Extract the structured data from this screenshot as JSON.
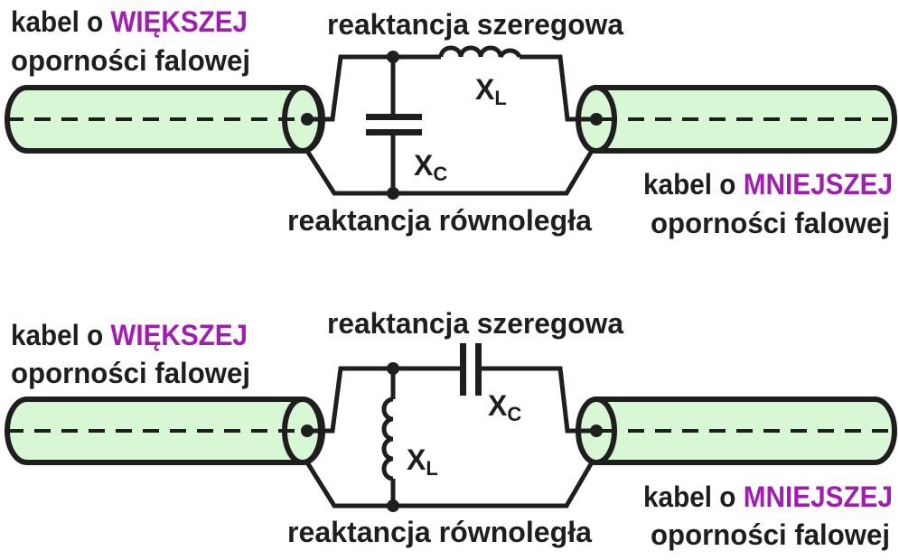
{
  "colors": {
    "highlight": "#a21cb4",
    "cable_fill": "#d8f7d4",
    "line": "#1e1e1e"
  },
  "diagrams": [
    {
      "left_cable": {
        "prefix": "kabel o ",
        "highlight": "WIĘKSZEJ",
        "line2": "oporności falowej"
      },
      "right_cable": {
        "prefix": "kabel o ",
        "highlight": "MNIEJSZEJ",
        "line2": "oporności falowej"
      },
      "series_label": "reaktancja szeregowa",
      "parallel_label": "reaktancja równoległa",
      "series_element": {
        "symbol": "X",
        "sub": "L"
      },
      "parallel_element": {
        "symbol": "X",
        "sub": "C"
      }
    },
    {
      "left_cable": {
        "prefix": "kabel o ",
        "highlight": "WIĘKSZEJ",
        "line2": "oporności falowej"
      },
      "right_cable": {
        "prefix": "kabel o ",
        "highlight": "MNIEJSZEJ",
        "line2": "oporności falowej"
      },
      "series_label": "reaktancja szeregowa",
      "parallel_label": "reaktancja równoległa",
      "series_element": {
        "symbol": "X",
        "sub": "C"
      },
      "parallel_element": {
        "symbol": "X",
        "sub": "L"
      }
    }
  ]
}
